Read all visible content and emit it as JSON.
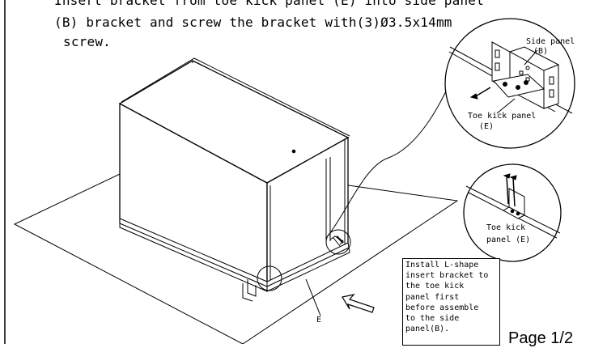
{
  "instructions": {
    "line1": "Insert bracket from toe kick panel (E) into side panel",
    "line2": "(B) bracket and screw the bracket with(3)Ø3.5x14mm",
    "line3": "screw."
  },
  "detail_top": {
    "side_label": "Side panel",
    "side_ref": "(B)",
    "toe_label": "Toe kick panel",
    "toe_ref": "(E)"
  },
  "detail_right": {
    "line1": "Toe kick",
    "line2": "panel (E)"
  },
  "main_label": "E",
  "note": [
    "Install L-shape",
    "insert bracket to",
    "the  toe kick",
    "panel first",
    "before assemble",
    "to the side",
    "panel(B)."
  ],
  "page_label": "Page 1/2"
}
